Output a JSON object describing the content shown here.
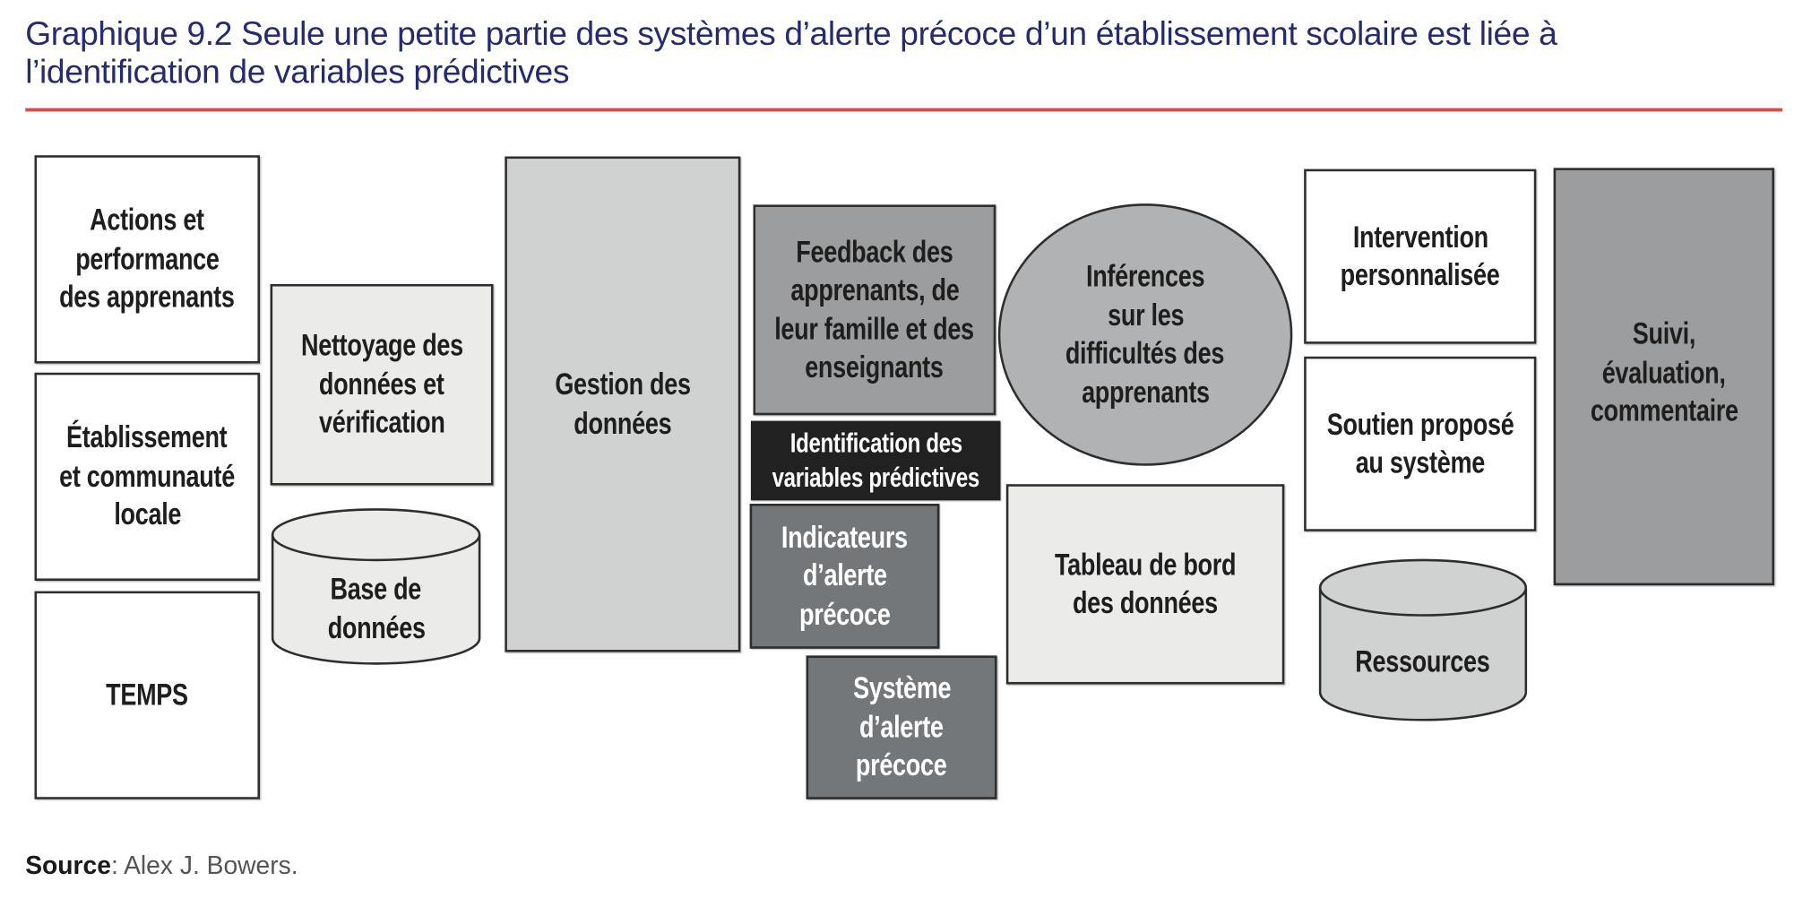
{
  "title": {
    "line1": "Graphique 9.2  Seule une petite partie des systèmes d’alerte précoce d’un établissement scolaire est liée à",
    "line2": "l’identification de variables prédictives"
  },
  "colors": {
    "title": "#262a6e",
    "rule": "#e04a4a",
    "white": "#ffffff",
    "light": "#ebebea",
    "mid": "#d0d1d1",
    "grey": "#9c9d9e",
    "dark": "#74777a",
    "black": "#212121"
  },
  "nodes": {
    "actions": {
      "lines": [
        "Actions et",
        "performance",
        "des apprenants"
      ]
    },
    "etablissement": {
      "lines": [
        "Établissement",
        "et communauté",
        "locale"
      ]
    },
    "temps": {
      "lines": [
        "TEMPS"
      ]
    },
    "nettoyage": {
      "lines": [
        "Nettoyage des",
        "données et",
        "vérification"
      ]
    },
    "base": {
      "lines": [
        "Base de",
        "données"
      ]
    },
    "gestion": {
      "lines": [
        "Gestion des",
        "données"
      ]
    },
    "feedback": {
      "lines": [
        "Feedback des",
        "apprenants, de",
        "leur famille et des",
        "enseignants"
      ]
    },
    "identification": {
      "lines": [
        "Identification des",
        "variables prédictives"
      ]
    },
    "indicateurs": {
      "lines": [
        "Indicateurs",
        "d’alerte",
        "précoce"
      ]
    },
    "systeme": {
      "lines": [
        "Système",
        "d’alerte",
        "précoce"
      ]
    },
    "inferences": {
      "lines": [
        "Inférences",
        "sur les",
        "difficultés des",
        "apprenants"
      ]
    },
    "tableau": {
      "lines": [
        "Tableau de bord",
        "des données"
      ]
    },
    "intervention": {
      "lines": [
        "Intervention",
        "personnalisée"
      ]
    },
    "soutien": {
      "lines": [
        "Soutien proposé",
        "au système"
      ]
    },
    "ressources": {
      "lines": [
        "Ressources"
      ]
    },
    "suivi": {
      "lines": [
        "Suivi,",
        "évaluation,",
        "commentaire"
      ]
    }
  },
  "source": {
    "label": "Source",
    "text": ": Alex J. Bowers."
  }
}
